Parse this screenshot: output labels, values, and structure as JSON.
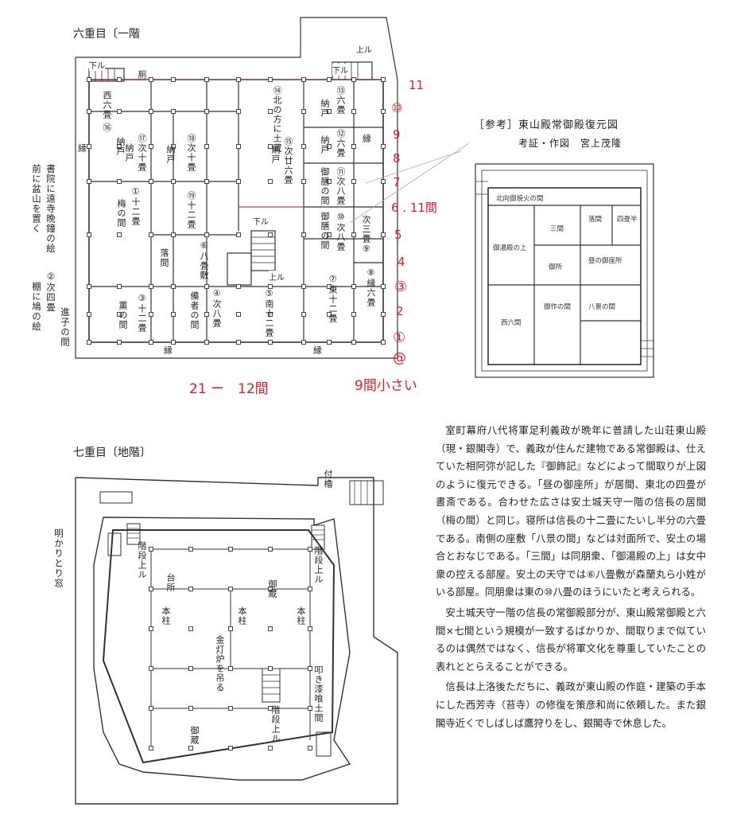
{
  "floor1": {
    "title": "六重目〔一階",
    "rooms": [
      {
        "id": "r16",
        "text": "西六畳 ⑯"
      },
      {
        "id": "r_nando1",
        "text": "納戸"
      },
      {
        "id": "r17",
        "text": "⑰次十畳"
      },
      {
        "id": "r_nando2",
        "text": "納戸"
      },
      {
        "id": "r18",
        "text": "⑱次十畳"
      },
      {
        "id": "r_nando3",
        "text": "納戸"
      },
      {
        "id": "r14",
        "text": "⑭北の方に土蔵"
      },
      {
        "id": "r15",
        "text": "⑮次廿六畳"
      },
      {
        "id": "r_nando4",
        "text": "納戸"
      },
      {
        "id": "r13",
        "text": "⑬六畳"
      },
      {
        "id": "r_nando5",
        "text": "納戸"
      },
      {
        "id": "r12",
        "text": "⑫六畳"
      },
      {
        "id": "r_nando6",
        "text": "納戸"
      },
      {
        "id": "r_ozen1",
        "text": "御膳の間"
      },
      {
        "id": "r11",
        "text": "⑪次八畳"
      },
      {
        "id": "r_ozen2",
        "text": "御膳の間"
      },
      {
        "id": "r10",
        "text": "⑩次八畳"
      },
      {
        "id": "r9",
        "text": "次三畳⑨"
      },
      {
        "id": "r8",
        "text": "⑧縁六畳"
      },
      {
        "id": "r1",
        "text": "①十二畳"
      },
      {
        "id": "r_ume",
        "text": "梅の間"
      },
      {
        "id": "r19",
        "text": "⑲十二畳"
      },
      {
        "id": "r6",
        "text": "⑥八畳敷"
      },
      {
        "id": "r_otoshi",
        "text": "落間"
      },
      {
        "id": "r3",
        "text": "③十二畳"
      },
      {
        "id": "r_kaori",
        "text": "薫の間"
      },
      {
        "id": "r_bisha",
        "text": "備者の間"
      },
      {
        "id": "r4",
        "text": "④次八畳"
      },
      {
        "id": "r5",
        "text": "⑤南十二畳"
      },
      {
        "id": "r7",
        "text": "⑦東十二畳"
      },
      {
        "id": "r_en1",
        "text": "縁"
      },
      {
        "id": "r_en2",
        "text": "縁"
      },
      {
        "id": "r_en3",
        "text": "縁"
      },
      {
        "id": "r_en4",
        "text": "縁"
      },
      {
        "id": "r_kawaya",
        "text": "厠"
      },
      {
        "id": "r_shita1",
        "text": "下ル"
      },
      {
        "id": "r_shita2",
        "text": "下ル"
      },
      {
        "id": "r_shita3",
        "text": "下ル"
      },
      {
        "id": "r_agaru1",
        "text": "上ル"
      },
      {
        "id": "r_agaru2",
        "text": "上ル"
      }
    ],
    "side_notes": [
      "書院に遠寺晩鐘の絵",
      "前に盆山を置く",
      "②次四畳",
      "棚に鳩の絵",
      "進子の間"
    ]
  },
  "handwritten": {
    "numbers": [
      "11",
      "⑩",
      "9",
      "8",
      "7",
      "6 . 11間",
      "5",
      "4",
      "③",
      "2",
      "①",
      "@"
    ],
    "bottom_left": "21 ー　12間",
    "bottom_right": "9間小さい"
  },
  "reference": {
    "heading": "［参考］東山殿常御殿復元図",
    "credit": "考証・作図　宮上茂隆",
    "rooms": [
      {
        "id": "k1",
        "text": "北向御焼火の間"
      },
      {
        "id": "k2",
        "text": "落間"
      },
      {
        "id": "k3",
        "text": "四畳半"
      },
      {
        "id": "k4",
        "text": "御湯殿の上"
      },
      {
        "id": "k5",
        "text": "三間"
      },
      {
        "id": "k6",
        "text": "昼の御座所"
      },
      {
        "id": "k7",
        "text": "御所"
      },
      {
        "id": "k8",
        "text": "西六間"
      },
      {
        "id": "k9",
        "text": "御作の間"
      },
      {
        "id": "k10",
        "text": "八景の間"
      }
    ]
  },
  "floor0": {
    "title": "七重目〔地階〕",
    "rooms": [
      {
        "id": "g1",
        "text": "付櫓"
      },
      {
        "id": "g2",
        "text": "階段上ル"
      },
      {
        "id": "g3",
        "text": "階段上ル"
      },
      {
        "id": "g4",
        "text": "台所"
      },
      {
        "id": "g5",
        "text": "本柱"
      },
      {
        "id": "g6",
        "text": "御蔵"
      },
      {
        "id": "g7",
        "text": "本柱"
      },
      {
        "id": "g8",
        "text": "本柱"
      },
      {
        "id": "g9",
        "text": "金灯炉を吊る"
      },
      {
        "id": "g10",
        "text": "叩き漆喰土間"
      },
      {
        "id": "g11",
        "text": "階段上ル"
      },
      {
        "id": "g12",
        "text": "御蔵"
      },
      {
        "id": "g13",
        "text": "明かりとり窓"
      }
    ]
  },
  "body_text": [
    "室町幕府八代将軍足利義政が晩年に普請した山荘東山殿（現・銀閣寺）で、義政が住んだ建物である常御殿は、仕えていた相阿弥が記した『御飾記』などによって間取りが上図のように復元できる。「昼の御座所」が居間、東北の四畳が書斎である。合わせた広さは安土城天守一階の信長の居間（梅の間）と同じ。寝所は信長の十二畳にたいし半分の六畳である。南側の座敷「八景の間」などは対面所で、安土の場合とおなじである。「三間」は同朋衆、「御湯殿の上」は女中衆の控える部屋。安土の天守では⑥八畳敷が森蘭丸ら小姓がいる部屋。同朋衆は東の⑩八畳のほうにいたと考えられる。",
    "安土城天守一階の信長の常御殿部分が、東山殿常御殿と六間×七間という規模が一致するばかりか、間取りまで似ているのは偶然ではなく、信長が将軍文化を尊重していたことの表れととらえることができる。",
    "信長は上洛後ただちに、義政が東山殿の作庭・建築の手本にした西芳寺（苔寺）の修復を策彦和尚に依頼した。また銀閣寺近くでしばしば鷹狩りをし、銀閣寺で休息した。"
  ]
}
